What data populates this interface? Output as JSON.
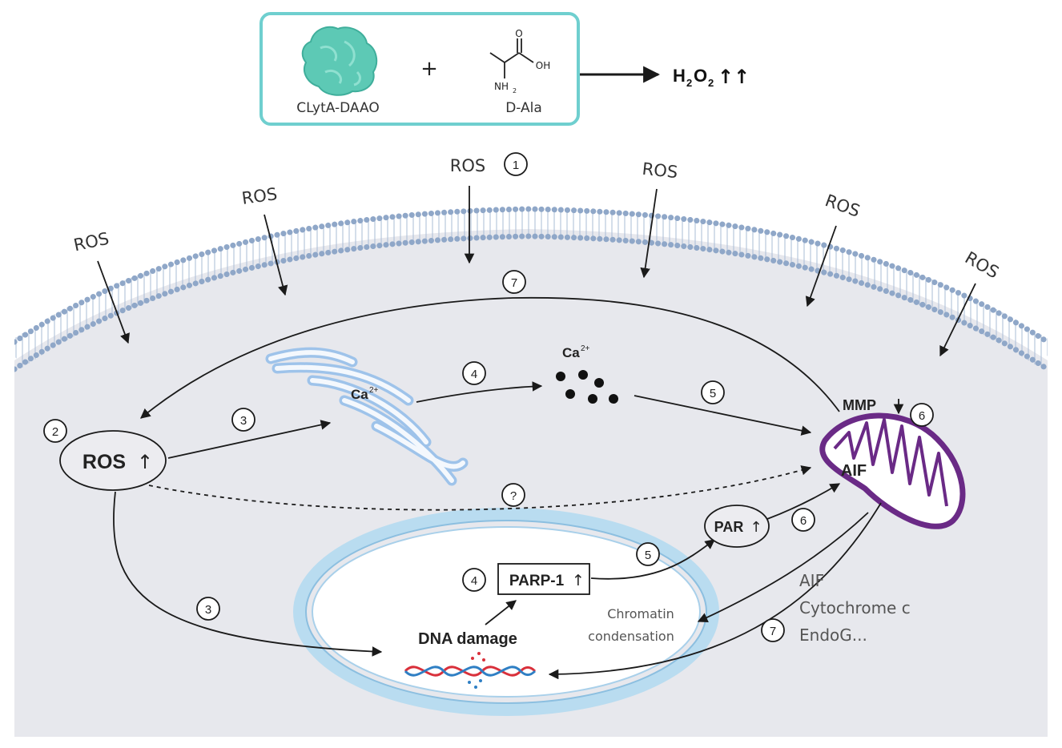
{
  "top_box": {
    "enzyme_label": "CLytA-DAAO",
    "plus": "+",
    "substrate_label": "D-Ala",
    "mol_o": "O",
    "mol_oh": "OH",
    "mol_nh": "NH",
    "mol_sub2": "2",
    "product_h": "H",
    "product_o": "O",
    "product_sub": "2",
    "product_arrows": "↑↑"
  },
  "ros_outside": [
    "ROS",
    "ROS",
    "ROS",
    "ROS",
    "ROS",
    "ROS"
  ],
  "steps": {
    "s1": "1",
    "s2": "2",
    "s3a": "3",
    "s3b": "3",
    "s4a": "4",
    "s4b": "4",
    "s5a": "5",
    "s5b": "5",
    "s6a": "6",
    "s6b": "6",
    "s7a": "7",
    "s7b": "7",
    "q": "?"
  },
  "cell": {
    "ros_up": "ROS",
    "ros_up_arrow": "↑",
    "ca_er": "Ca",
    "ca_er_sup": "2+",
    "ca_free": "Ca",
    "ca_free_sup": "2+",
    "mmp": "MMP",
    "mmp_arrow": "↓",
    "aif_mito": "AIF",
    "par": "PAR",
    "par_arrow": "↑",
    "parp": "PARP-1",
    "parp_arrow": "↑",
    "dna_damage": "DNA damage",
    "chromatin_1": "Chromatin",
    "chromatin_2": "condensation",
    "release_1": "AIF",
    "release_2": "Cytochrome c",
    "release_3": "EndoG..."
  },
  "colors": {
    "box_border": "#6fcfcf",
    "enzyme": "#5dc9b5",
    "cytoplasm": "#e7e8ed",
    "membrane": "#8fa7c8",
    "er": "#9ec3ea",
    "nucleus": "#b9dcf0",
    "mito": "#6a2a86",
    "dna_red": "#d9303b",
    "dna_blue": "#2f7fc4"
  }
}
